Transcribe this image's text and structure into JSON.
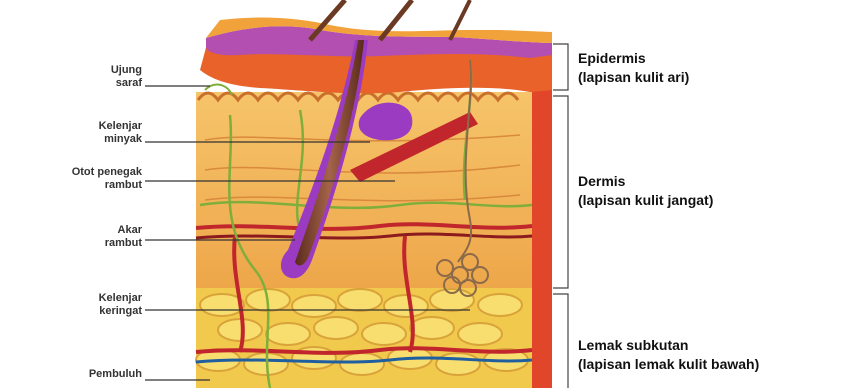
{
  "diagram": {
    "left_labels": [
      {
        "key": "ujung_saraf",
        "lines": [
          "Ujung",
          "saraf"
        ]
      },
      {
        "key": "kelenjar_minyak",
        "lines": [
          "Kelenjar",
          "minyak"
        ]
      },
      {
        "key": "otot_penegak_rambut",
        "lines": [
          "Otot penegak",
          "rambut"
        ]
      },
      {
        "key": "akar_rambut",
        "lines": [
          "Akar",
          "rambut"
        ]
      },
      {
        "key": "kelenjar_keringat",
        "lines": [
          "Kelenjar",
          "keringat"
        ]
      },
      {
        "key": "pembuluh",
        "lines": [
          "Pembuluh",
          ""
        ]
      }
    ],
    "layers": [
      {
        "key": "epidermis",
        "title": "Epidermis",
        "subtitle": "(lapisan kulit ari)"
      },
      {
        "key": "dermis",
        "title": "Dermis",
        "subtitle": "(lapisan kulit jangat)"
      },
      {
        "key": "lemak_subkutan",
        "title": "Lemak subkutan",
        "subtitle": "(lapisan lemak kulit bawah)"
      }
    ],
    "colors": {
      "epidermis": "#e8622a",
      "epidermis_top": "#b24fb0",
      "dermis": "#f2b552",
      "fat": "#f3d15a",
      "blood_red": "#c0262c",
      "nerve_green": "#7fae3a",
      "hair": "#7a3a2a"
    }
  }
}
